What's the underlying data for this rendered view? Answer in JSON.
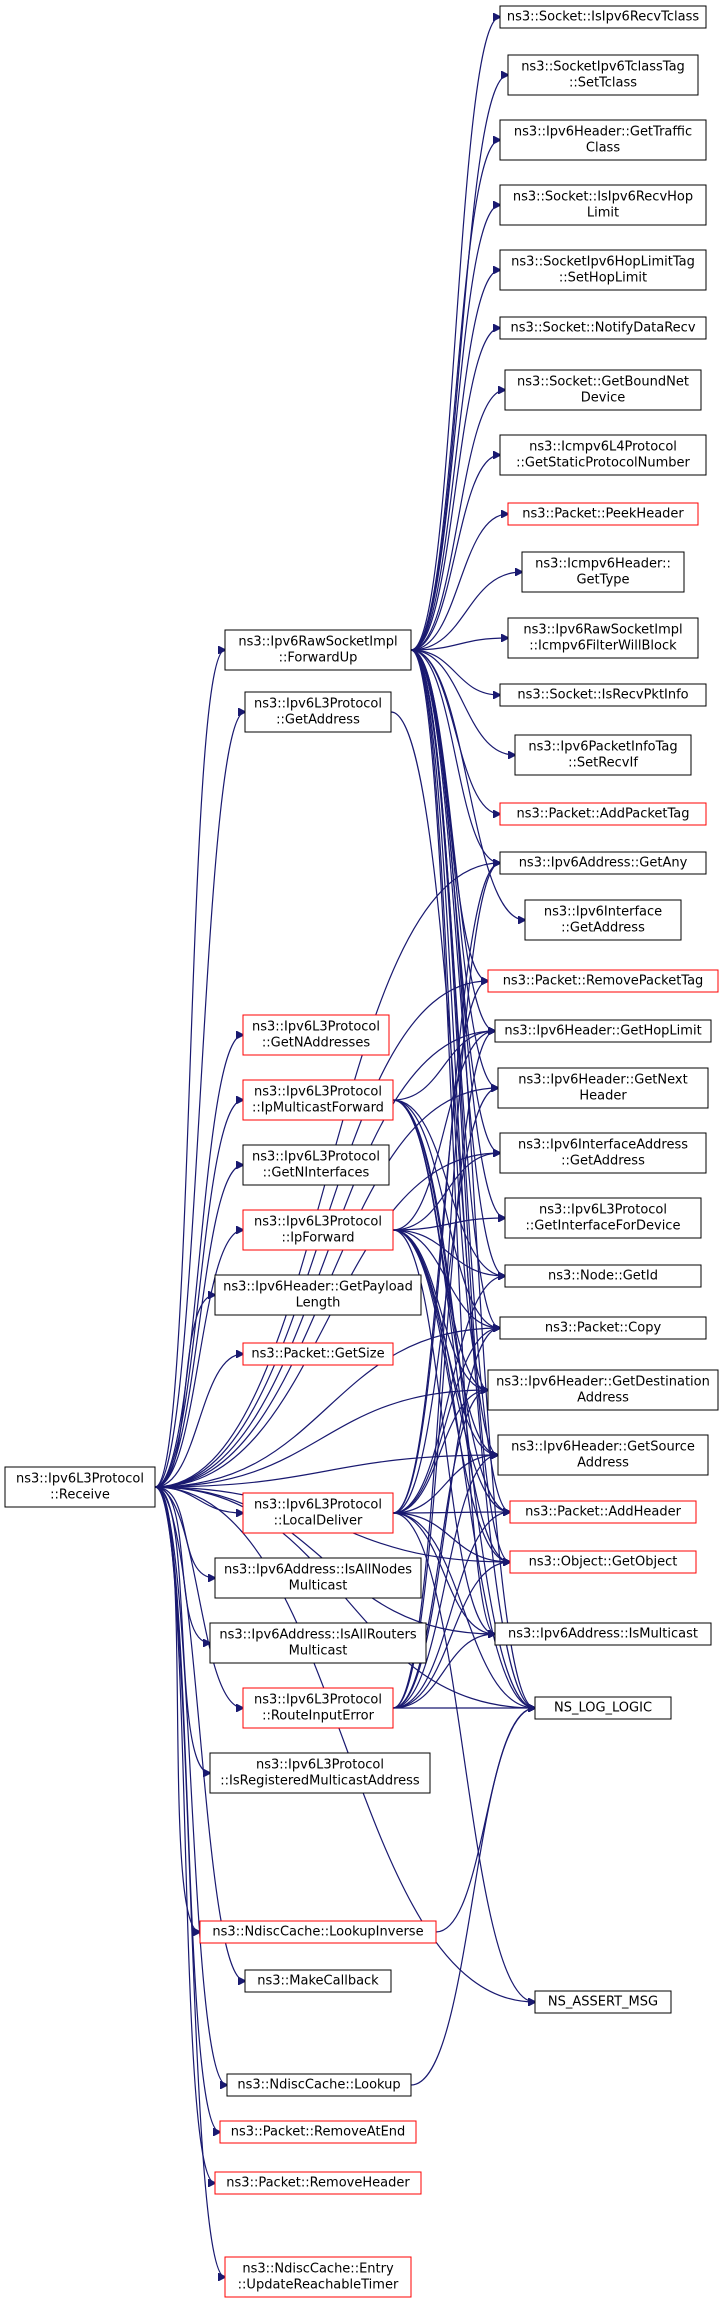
{
  "colors": {
    "edge": "#191970",
    "border_default": "#000000",
    "border_incomplete": "#ff0000",
    "root_fill": "#bfbfbf"
  },
  "root": {
    "id": "receive",
    "lines": [
      "ns3::Ipv6L3Protocol",
      "::Receive"
    ]
  },
  "nodes": [
    {
      "id": "forwardup",
      "lines": [
        "ns3::Ipv6RawSocketImpl",
        "::ForwardUp"
      ],
      "border": "black"
    },
    {
      "id": "getaddress_l3",
      "lines": [
        "ns3::Ipv6L3Protocol",
        "::GetAddress"
      ],
      "border": "black"
    },
    {
      "id": "getnaddresses",
      "lines": [
        "ns3::Ipv6L3Protocol",
        "::GetNAddresses"
      ],
      "border": "red"
    },
    {
      "id": "ipmulticastforward",
      "lines": [
        "ns3::Ipv6L3Protocol",
        "::IpMulticastForward"
      ],
      "border": "red"
    },
    {
      "id": "getninterfaces",
      "lines": [
        "ns3::Ipv6L3Protocol",
        "::GetNInterfaces"
      ],
      "border": "black"
    },
    {
      "id": "ipforward",
      "lines": [
        "ns3::Ipv6L3Protocol",
        "::IpForward"
      ],
      "border": "red"
    },
    {
      "id": "getpayloadlength",
      "lines": [
        "ns3::Ipv6Header::GetPayload",
        "Length"
      ],
      "border": "black"
    },
    {
      "id": "getsize",
      "lines": [
        "ns3::Packet::GetSize"
      ],
      "border": "red"
    },
    {
      "id": "localdeliver",
      "lines": [
        "ns3::Ipv6L3Protocol",
        "::LocalDeliver"
      ],
      "border": "red"
    },
    {
      "id": "isallnodes",
      "lines": [
        "ns3::Ipv6Address::IsAllNodes",
        "Multicast"
      ],
      "border": "black"
    },
    {
      "id": "isallrouters",
      "lines": [
        "ns3::Ipv6Address::IsAllRouters",
        "Multicast"
      ],
      "border": "black"
    },
    {
      "id": "routeinputerror",
      "lines": [
        "ns3::Ipv6L3Protocol",
        "::RouteInputError"
      ],
      "border": "red"
    },
    {
      "id": "isregmulticast",
      "lines": [
        "ns3::Ipv6L3Protocol",
        "::IsRegisteredMulticastAddress"
      ],
      "border": "black"
    },
    {
      "id": "lookupinverse",
      "lines": [
        "ns3::NdiscCache::LookupInverse"
      ],
      "border": "red"
    },
    {
      "id": "makecallback",
      "lines": [
        "ns3::MakeCallback"
      ],
      "border": "black"
    },
    {
      "id": "lookup",
      "lines": [
        "ns3::NdiscCache::Lookup"
      ],
      "border": "black"
    },
    {
      "id": "removeatend",
      "lines": [
        "ns3::Packet::RemoveAtEnd"
      ],
      "border": "red"
    },
    {
      "id": "removeheader",
      "lines": [
        "ns3::Packet::RemoveHeader"
      ],
      "border": "red"
    },
    {
      "id": "updatetimer",
      "lines": [
        "ns3::NdiscCache::Entry",
        "::UpdateReachableTimer"
      ],
      "border": "red"
    },
    {
      "id": "isipv6recvtclass",
      "lines": [
        "ns3::Socket::IsIpv6RecvTclass"
      ],
      "border": "black"
    },
    {
      "id": "settclass",
      "lines": [
        "ns3::SocketIpv6TclassTag",
        "::SetTclass"
      ],
      "border": "black"
    },
    {
      "id": "gettrafficclass",
      "lines": [
        "ns3::Ipv6Header::GetTraffic",
        "Class"
      ],
      "border": "black"
    },
    {
      "id": "isipv6recvhoplimit",
      "lines": [
        "ns3::Socket::IsIpv6RecvHop",
        "Limit"
      ],
      "border": "black"
    },
    {
      "id": "sethoplimit",
      "lines": [
        "ns3::SocketIpv6HopLimitTag",
        "::SetHopLimit"
      ],
      "border": "black"
    },
    {
      "id": "notifydatarecv",
      "lines": [
        "ns3::Socket::NotifyDataRecv"
      ],
      "border": "black"
    },
    {
      "id": "getboundnetdevice",
      "lines": [
        "ns3::Socket::GetBoundNet",
        "Device"
      ],
      "border": "black"
    },
    {
      "id": "getstaticprotocolnumber",
      "lines": [
        "ns3::Icmpv6L4Protocol",
        "::GetStaticProtocolNumber"
      ],
      "border": "black"
    },
    {
      "id": "peekheader",
      "lines": [
        "ns3::Packet::PeekHeader"
      ],
      "border": "red"
    },
    {
      "id": "gettype",
      "lines": [
        "ns3::Icmpv6Header::",
        "GetType"
      ],
      "border": "black"
    },
    {
      "id": "icmpv6filterwillblock",
      "lines": [
        "ns3::Ipv6RawSocketImpl",
        "::Icmpv6FilterWillBlock"
      ],
      "border": "black"
    },
    {
      "id": "isrecvpktinfo",
      "lines": [
        "ns3::Socket::IsRecvPktInfo"
      ],
      "border": "black"
    },
    {
      "id": "setrecvif",
      "lines": [
        "ns3::Ipv6PacketInfoTag",
        "::SetRecvIf"
      ],
      "border": "black"
    },
    {
      "id": "addpackettag",
      "lines": [
        "ns3::Packet::AddPacketTag"
      ],
      "border": "red"
    },
    {
      "id": "getany",
      "lines": [
        "ns3::Ipv6Address::GetAny"
      ],
      "border": "black"
    },
    {
      "id": "ifgetaddress",
      "lines": [
        "ns3::Ipv6Interface",
        "::GetAddress"
      ],
      "border": "black"
    },
    {
      "id": "removepackettag",
      "lines": [
        "ns3::Packet::RemovePacketTag"
      ],
      "border": "red"
    },
    {
      "id": "gethoplimit",
      "lines": [
        "ns3::Ipv6Header::GetHopLimit"
      ],
      "border": "black"
    },
    {
      "id": "getnextheader",
      "lines": [
        "ns3::Ipv6Header::GetNext",
        "Header"
      ],
      "border": "black"
    },
    {
      "id": "ifaddrgetaddress",
      "lines": [
        "ns3::Ipv6InterfaceAddress",
        "::GetAddress"
      ],
      "border": "black"
    },
    {
      "id": "getinterfacefordevice",
      "lines": [
        "ns3::Ipv6L3Protocol",
        "::GetInterfaceForDevice"
      ],
      "border": "black"
    },
    {
      "id": "nodegetid",
      "lines": [
        "ns3::Node::GetId"
      ],
      "border": "black"
    },
    {
      "id": "packetcopy",
      "lines": [
        "ns3::Packet::Copy"
      ],
      "border": "black"
    },
    {
      "id": "getdestination",
      "lines": [
        "ns3::Ipv6Header::GetDestination",
        "Address"
      ],
      "border": "black"
    },
    {
      "id": "getsource",
      "lines": [
        "ns3::Ipv6Header::GetSource",
        "Address"
      ],
      "border": "black"
    },
    {
      "id": "addheader",
      "lines": [
        "ns3::Packet::AddHeader"
      ],
      "border": "red"
    },
    {
      "id": "getobject",
      "lines": [
        "ns3::Object::GetObject"
      ],
      "border": "red"
    },
    {
      "id": "ismulticast",
      "lines": [
        "ns3::Ipv6Address::IsMulticast"
      ],
      "border": "black"
    },
    {
      "id": "nsloglogic",
      "lines": [
        "NS_LOG_LOGIC"
      ],
      "border": "black"
    },
    {
      "id": "nsassertmsg",
      "lines": [
        "NS_ASSERT_MSG"
      ],
      "border": "black"
    }
  ],
  "edges": [
    [
      "receive",
      "forwardup"
    ],
    [
      "receive",
      "getaddress_l3"
    ],
    [
      "receive",
      "getnaddresses"
    ],
    [
      "receive",
      "ipmulticastforward"
    ],
    [
      "receive",
      "getninterfaces"
    ],
    [
      "receive",
      "ipforward"
    ],
    [
      "receive",
      "getpayloadlength"
    ],
    [
      "receive",
      "getsize"
    ],
    [
      "receive",
      "localdeliver"
    ],
    [
      "receive",
      "isallnodes"
    ],
    [
      "receive",
      "isallrouters"
    ],
    [
      "receive",
      "routeinputerror"
    ],
    [
      "receive",
      "isregmulticast"
    ],
    [
      "receive",
      "lookupinverse"
    ],
    [
      "receive",
      "makecallback"
    ],
    [
      "receive",
      "lookup"
    ],
    [
      "receive",
      "removeatend"
    ],
    [
      "receive",
      "removeheader"
    ],
    [
      "receive",
      "updatetimer"
    ],
    [
      "receive",
      "getany"
    ],
    [
      "receive",
      "removepackettag"
    ],
    [
      "receive",
      "gethoplimit"
    ],
    [
      "receive",
      "getnextheader"
    ],
    [
      "receive",
      "ifaddrgetaddress"
    ],
    [
      "receive",
      "getdestination"
    ],
    [
      "receive",
      "getsource"
    ],
    [
      "receive",
      "ismulticast"
    ],
    [
      "receive",
      "nsloglogic"
    ],
    [
      "receive",
      "nsassertmsg"
    ],
    [
      "receive",
      "getobject"
    ],
    [
      "receive",
      "packetcopy"
    ],
    [
      "forwardup",
      "isipv6recvtclass"
    ],
    [
      "forwardup",
      "settclass"
    ],
    [
      "forwardup",
      "gettrafficclass"
    ],
    [
      "forwardup",
      "isipv6recvhoplimit"
    ],
    [
      "forwardup",
      "sethoplimit"
    ],
    [
      "forwardup",
      "notifydatarecv"
    ],
    [
      "forwardup",
      "getboundnetdevice"
    ],
    [
      "forwardup",
      "getstaticprotocolnumber"
    ],
    [
      "forwardup",
      "peekheader"
    ],
    [
      "forwardup",
      "gettype"
    ],
    [
      "forwardup",
      "icmpv6filterwillblock"
    ],
    [
      "forwardup",
      "isrecvpktinfo"
    ],
    [
      "forwardup",
      "setrecvif"
    ],
    [
      "forwardup",
      "addpackettag"
    ],
    [
      "forwardup",
      "getany"
    ],
    [
      "forwardup",
      "ifgetaddress"
    ],
    [
      "forwardup",
      "removepackettag"
    ],
    [
      "forwardup",
      "gethoplimit"
    ],
    [
      "forwardup",
      "getnextheader"
    ],
    [
      "forwardup",
      "ifaddrgetaddress"
    ],
    [
      "forwardup",
      "getinterfacefordevice"
    ],
    [
      "forwardup",
      "nodegetid"
    ],
    [
      "forwardup",
      "packetcopy"
    ],
    [
      "forwardup",
      "getdestination"
    ],
    [
      "forwardup",
      "getsource"
    ],
    [
      "forwardup",
      "addheader"
    ],
    [
      "forwardup",
      "getobject"
    ],
    [
      "forwardup",
      "ismulticast"
    ],
    [
      "forwardup",
      "nsloglogic"
    ],
    [
      "getaddress_l3",
      "nsloglogic"
    ],
    [
      "ipmulticastforward",
      "nodegetid"
    ],
    [
      "ipmulticastforward",
      "packetcopy"
    ],
    [
      "ipmulticastforward",
      "gethoplimit"
    ],
    [
      "ipmulticastforward",
      "getdestination"
    ],
    [
      "ipmulticastforward",
      "getsource"
    ],
    [
      "ipmulticastforward",
      "nsloglogic"
    ],
    [
      "ipmulticastforward",
      "getobject"
    ],
    [
      "ipmulticastforward",
      "addheader"
    ],
    [
      "ipforward",
      "getinterfacefordevice"
    ],
    [
      "ipforward",
      "nodegetid"
    ],
    [
      "ipforward",
      "packetcopy"
    ],
    [
      "ipforward",
      "getdestination"
    ],
    [
      "ipforward",
      "getsource"
    ],
    [
      "ipforward",
      "addheader"
    ],
    [
      "ipforward",
      "getobject"
    ],
    [
      "ipforward",
      "ismulticast"
    ],
    [
      "ipforward",
      "nsloglogic"
    ],
    [
      "ipforward",
      "gethoplimit"
    ],
    [
      "ipforward",
      "ifaddrgetaddress"
    ],
    [
      "localdeliver",
      "getnextheader"
    ],
    [
      "localdeliver",
      "getdestination"
    ],
    [
      "localdeliver",
      "getsource"
    ],
    [
      "localdeliver",
      "addheader"
    ],
    [
      "localdeliver",
      "getobject"
    ],
    [
      "localdeliver",
      "nsloglogic"
    ],
    [
      "localdeliver",
      "nodegetid"
    ],
    [
      "localdeliver",
      "packetcopy"
    ],
    [
      "localdeliver",
      "removepackettag"
    ],
    [
      "localdeliver",
      "getany"
    ],
    [
      "localdeliver",
      "ismulticast"
    ],
    [
      "localdeliver",
      "nsassertmsg"
    ],
    [
      "routeinputerror",
      "nsloglogic"
    ],
    [
      "routeinputerror",
      "getobject"
    ],
    [
      "routeinputerror",
      "packetcopy"
    ],
    [
      "routeinputerror",
      "getdestination"
    ],
    [
      "routeinputerror",
      "getsource"
    ],
    [
      "routeinputerror",
      "ismulticast"
    ],
    [
      "routeinputerror",
      "getany"
    ],
    [
      "routeinputerror",
      "gethoplimit"
    ],
    [
      "routeinputerror",
      "addheader"
    ],
    [
      "lookupinverse",
      "nsloglogic"
    ],
    [
      "lookup",
      "nsloglogic"
    ]
  ]
}
